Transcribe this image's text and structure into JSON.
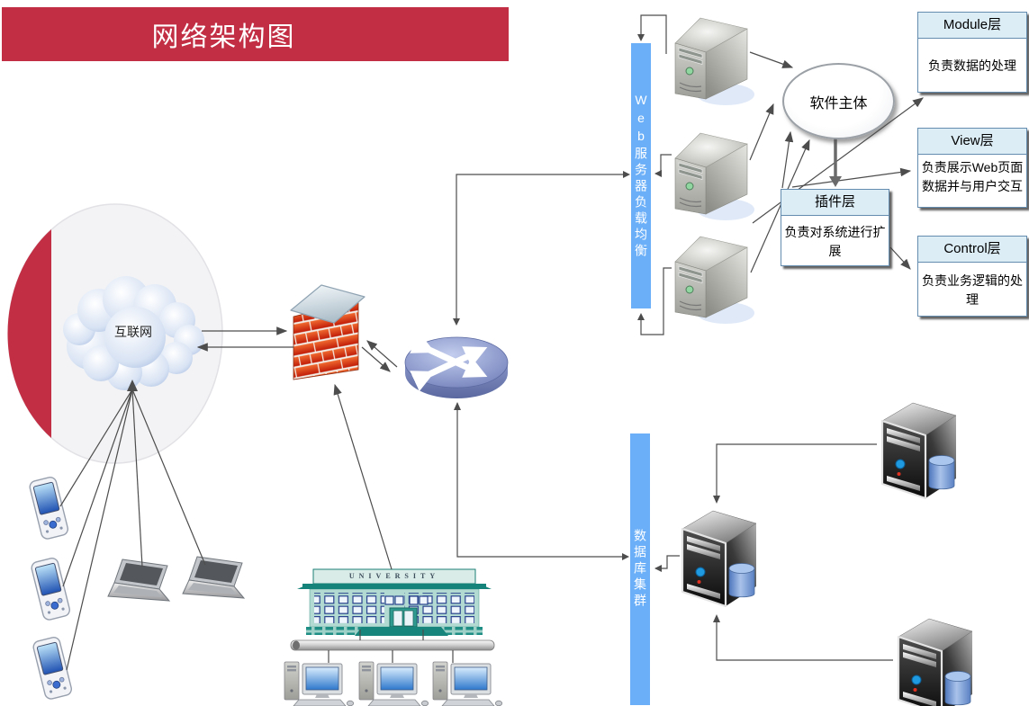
{
  "title": {
    "text": "网络架构图"
  },
  "internet": {
    "label": "互联网"
  },
  "load_balancer_bar": {
    "label": "Web服务器负载均衡"
  },
  "database_bar": {
    "label": "数据库集群"
  },
  "software_body": {
    "label": "软件主体"
  },
  "layers": {
    "module": {
      "title": "Module层",
      "body": "负责数据的处理"
    },
    "view": {
      "title": "View层",
      "body": "负责展示Web页面数据并与用户交互"
    },
    "control": {
      "title": "Control层",
      "body": "负责业务逻辑的处理"
    },
    "plugin": {
      "title": "插件层",
      "body": "负责对系统进行扩展"
    }
  },
  "building": {
    "sign": "UNIVERSITY"
  },
  "icons": {
    "internet-globe-icon": "large sphere with red crescent",
    "cloud-icon": "blue internet cloud",
    "firewall-icon": "red brick box with glass lid",
    "router-icon": "blue disc with white crossing arrows",
    "web-server-icon": "gray tower server (x3)",
    "database-server-icon": "black tower server with blue db cylinder (x3)",
    "pda-icon": "handheld device with blue screen (x3)",
    "laptop-icon": "notebook computer (x2)",
    "desktop-computer-icon": "tower pc with monitor, keyboard, mouse (x3)",
    "university-building-icon": "teal building with window grid",
    "network-bus-icon": "horizontal gray pipe"
  },
  "colors": {
    "banner_red": "#c22e44",
    "bar_blue": "#6aaff8",
    "box_header_blue": "#dcedf6",
    "box_border": "#638cae",
    "connector_gray": "#4d4d4d",
    "building_teal": "#b2dad3",
    "cloud_blue": "#c2d2ec",
    "router_blue": "#8290c4",
    "brick_red": "#c21e08",
    "db_cylinder_blue": "#6e93cf"
  }
}
